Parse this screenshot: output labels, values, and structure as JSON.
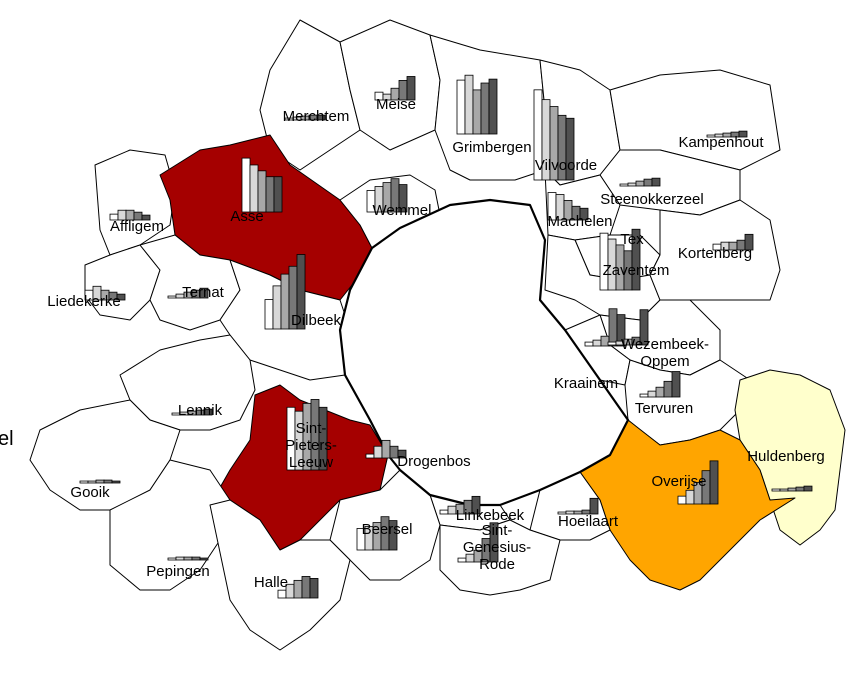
{
  "map": {
    "edge_text": "el",
    "bar_colors": [
      "#ffffff",
      "#d8d8d8",
      "#a8a8a8",
      "#787878",
      "#505050"
    ],
    "municipalities": [
      {
        "key": "merchtem",
        "label": "Merchtem",
        "fill": "#ffffff",
        "bars": [
          2,
          3,
          4,
          5,
          5
        ]
      },
      {
        "key": "meise",
        "label": "Meise",
        "fill": "#ffffff",
        "bars": [
          8,
          6,
          12,
          20,
          24
        ]
      },
      {
        "key": "grimbergen",
        "label": "Grimbergen",
        "fill": "#ffffff",
        "bars": [
          55,
          60,
          45,
          52,
          56
        ]
      },
      {
        "key": "vilvoorde",
        "label": "Vilvoorde",
        "fill": "#ffffff",
        "bars": [
          92,
          82,
          75,
          66,
          63
        ]
      },
      {
        "key": "kampenhout",
        "label": "Kampenhout",
        "fill": "#ffffff",
        "bars": [
          2,
          3,
          4,
          5,
          6
        ]
      },
      {
        "key": "steenokkerzeel",
        "label": "Steenokkerzeel",
        "fill": "#ffffff",
        "bars": [
          2,
          3,
          5,
          7,
          8
        ]
      },
      {
        "key": "machelen",
        "label": "Machelen",
        "fill": "#ffffff",
        "bars": [
          28,
          26,
          20,
          14,
          12
        ]
      },
      {
        "key": "affligem",
        "label": "Affligem",
        "fill": "#ffffff",
        "bars": [
          6,
          10,
          10,
          8,
          5
        ]
      },
      {
        "key": "asse",
        "label": "Asse",
        "fill": "#a50000",
        "bars": [
          55,
          48,
          42,
          36,
          36
        ]
      },
      {
        "key": "wemmel",
        "label": "Wemmel",
        "fill": "#ffffff",
        "bars": [
          22,
          26,
          30,
          34,
          28
        ]
      },
      {
        "key": "tex",
        "label": "Tex",
        "fill": "#ffffff",
        "bars": [
          0,
          0,
          0,
          0,
          0
        ]
      },
      {
        "key": "zaventem",
        "label": "Zaventem",
        "fill": "#ffffff",
        "bars": [
          58,
          52,
          46,
          40,
          62
        ]
      },
      {
        "key": "kortenberg",
        "label": "Kortenberg",
        "fill": "#ffffff",
        "bars": [
          6,
          8,
          8,
          10,
          16
        ]
      },
      {
        "key": "liedekerke",
        "label": "Liedekerke",
        "fill": "#ffffff",
        "bars": [
          10,
          14,
          10,
          8,
          6
        ]
      },
      {
        "key": "ternat",
        "label": "Ternat",
        "fill": "#ffffff",
        "bars": [
          2,
          4,
          6,
          8,
          10
        ]
      },
      {
        "key": "dilbeek",
        "label": "Dilbeek",
        "fill": "#ffffff",
        "bars": [
          30,
          44,
          56,
          64,
          76
        ]
      },
      {
        "key": "wezembeek-oppem",
        "label": "Wezembeek-\nOppem",
        "fill": "#ffffff",
        "bars": [
          4,
          6,
          10,
          38,
          32
        ]
      },
      {
        "key": "kraainem",
        "label": "Kraainem",
        "fill": "#ffffff",
        "bars": [
          3,
          4,
          6,
          8,
          36
        ]
      },
      {
        "key": "tervuren",
        "label": "Tervuren",
        "fill": "#ffffff",
        "bars": [
          3,
          6,
          10,
          16,
          26
        ]
      },
      {
        "key": "lennik",
        "label": "Lennik",
        "fill": "#ffffff",
        "bars": [
          2,
          3,
          4,
          5,
          6
        ]
      },
      {
        "key": "sint-pieters-leeuw",
        "label": "Sint-\nPieters-\nLeeuw",
        "fill": "#a50000",
        "bars": [
          64,
          60,
          68,
          72,
          64
        ]
      },
      {
        "key": "drogenbos",
        "label": "Drogenbos",
        "fill": "#ffffff",
        "bars": [
          4,
          12,
          18,
          12,
          8
        ]
      },
      {
        "key": "huldenberg",
        "label": "Huldenberg",
        "fill": "#ffffcc",
        "bars": [
          2,
          2,
          3,
          4,
          5
        ]
      },
      {
        "key": "gooik",
        "label": "Gooik",
        "fill": "#ffffff",
        "bars": [
          2,
          2,
          3,
          3,
          2
        ]
      },
      {
        "key": "overijse",
        "label": "Overijse",
        "fill": "#ffa500",
        "bars": [
          8,
          14,
          22,
          34,
          44
        ]
      },
      {
        "key": "linkebeek",
        "label": "Linkebeek",
        "fill": "#ffffff",
        "bars": [
          4,
          8,
          10,
          14,
          18
        ]
      },
      {
        "key": "hoeilaart",
        "label": "Hoeilaart",
        "fill": "#ffffff",
        "bars": [
          2,
          3,
          3,
          4,
          16
        ]
      },
      {
        "key": "beersel",
        "label": "Beersel",
        "fill": "#ffffff",
        "bars": [
          22,
          24,
          28,
          34,
          30
        ]
      },
      {
        "key": "sint-genesius-rode",
        "label": "Sint-\nGenesius-\nRode",
        "fill": "#ffffff",
        "bars": [
          4,
          8,
          12,
          24,
          40
        ]
      },
      {
        "key": "pepingen",
        "label": "Pepingen",
        "fill": "#ffffff",
        "bars": [
          2,
          3,
          3,
          3,
          2
        ]
      },
      {
        "key": "halle",
        "label": "Halle",
        "fill": "#ffffff",
        "bars": [
          8,
          14,
          18,
          22,
          20
        ]
      }
    ]
  }
}
